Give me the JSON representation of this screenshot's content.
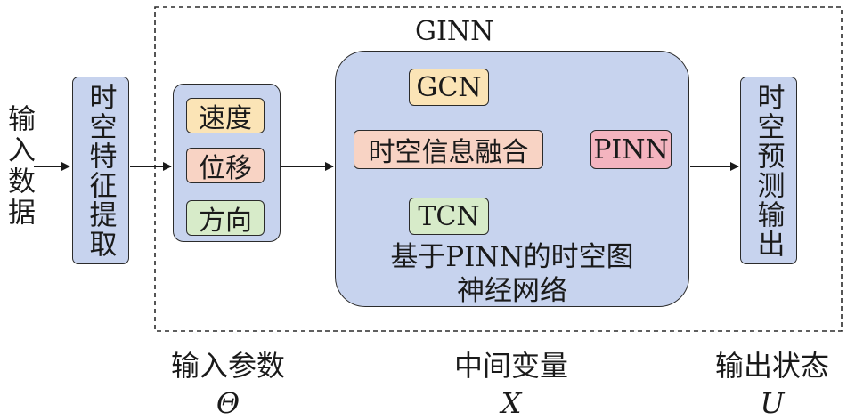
{
  "input_data": "输入数据",
  "feature_extraction": "时空特征提取",
  "params": {
    "speed": "速度",
    "displacement": "位移",
    "direction": "方向"
  },
  "ginn": {
    "title": "GINN",
    "gcn": "GCN",
    "fusion": "时空信息融合",
    "tcn": "TCN",
    "pinn": "PINN",
    "caption_line1": "基于PINN的时空图",
    "caption_line2": "神经网络"
  },
  "output": "时空预测输出",
  "bottom_labels": [
    {
      "text": "输入参数",
      "symbol": "Θ"
    },
    {
      "text": "中间变量",
      "symbol": "X"
    },
    {
      "text": "输出状态",
      "symbol": "U"
    }
  ],
  "colors": {
    "panel_blue": "#c7d3ee",
    "speed_fill": "#fbe4b6",
    "displacement_fill": "#f8d3c4",
    "direction_fill": "#d7ebc9",
    "gcn_fill": "#fbe4b6",
    "fusion_fill": "#f8d3c4",
    "tcn_fill": "#d7ebc9",
    "pinn_fill": "#f4b4bf",
    "orange_arrow": "#f2a62b"
  }
}
